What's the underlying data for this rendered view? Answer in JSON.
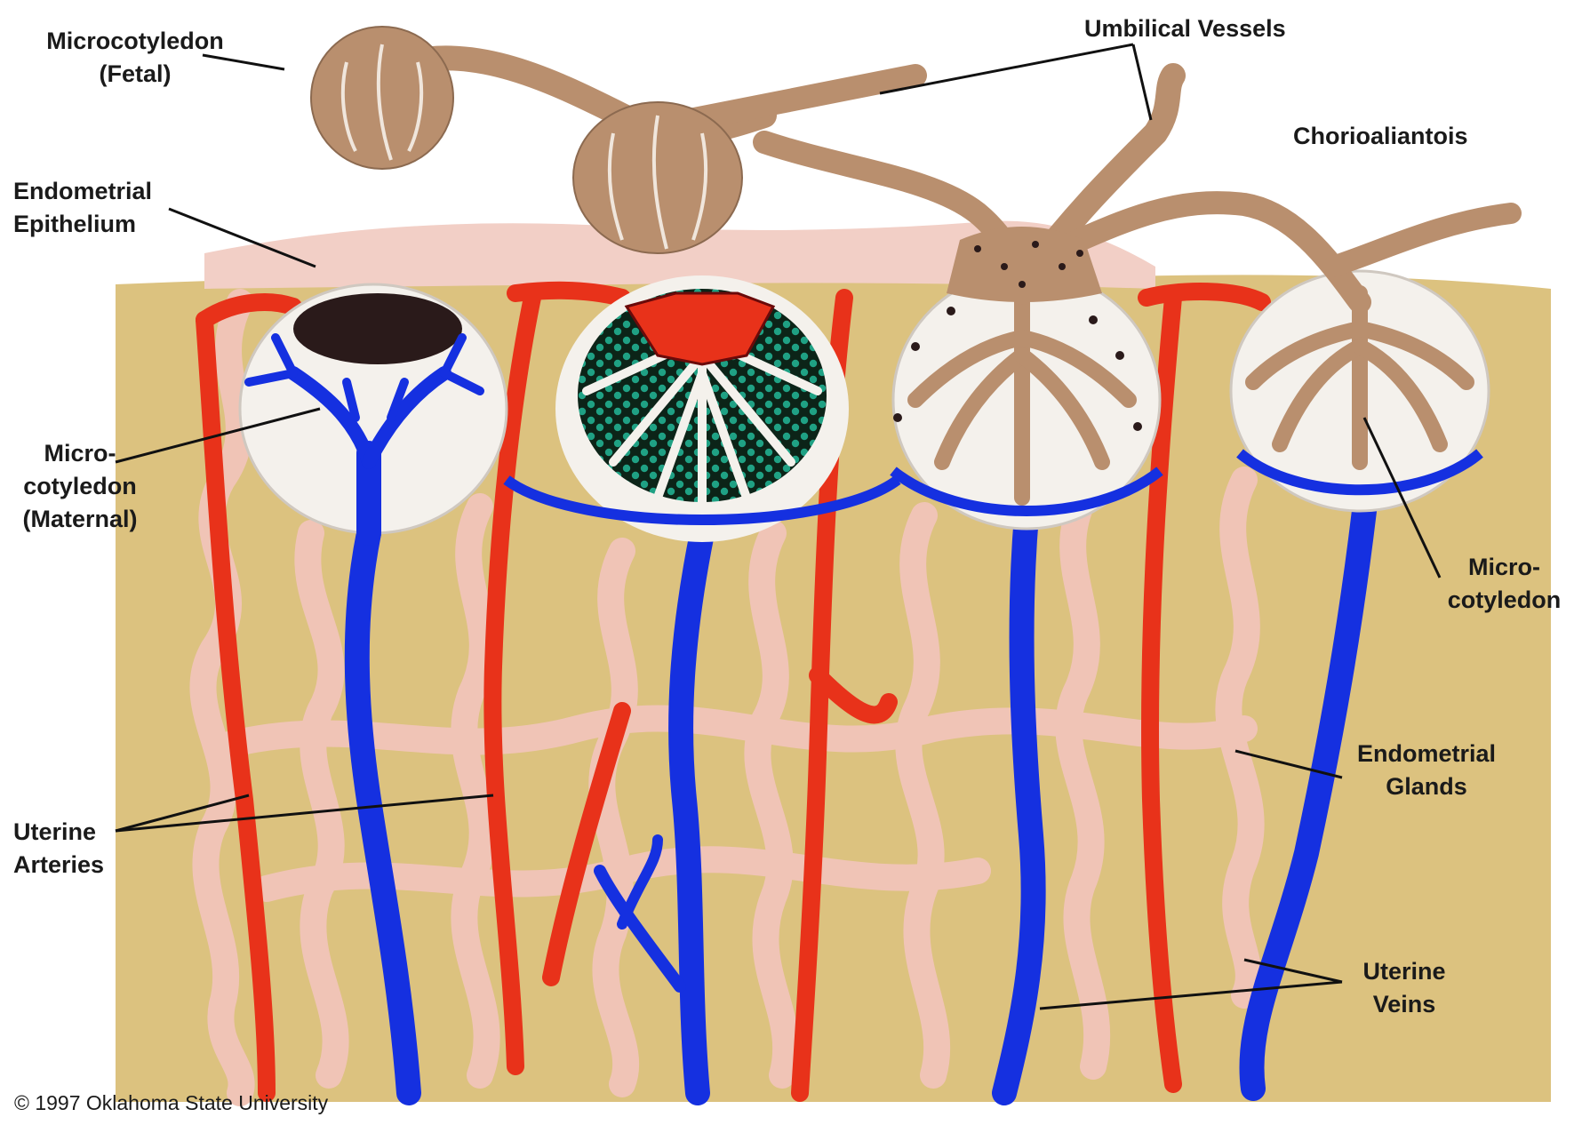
{
  "labels": {
    "microcotyledon_fetal": [
      "Microcotyledon",
      "(Fetal)"
    ],
    "umbilical_vessels": "Umbilical Vessels",
    "chorioallantois": "Chorioaliantois",
    "endometrial_epithelium": [
      "Endometrial",
      "Epithelium"
    ],
    "microcotyledon_maternal": [
      "Micro-",
      "cotyledon",
      "(Maternal)"
    ],
    "microcotyledon_right": [
      "Micro-",
      "cotyledon"
    ],
    "endometrial_glands": [
      "Endometrial",
      "Glands"
    ],
    "uterine_arteries": [
      "Uterine",
      "Arteries"
    ],
    "uterine_veins": [
      "Uterine",
      "Veins"
    ]
  },
  "copyright": "© 1997 Oklahoma State University",
  "colors": {
    "tissue": "#dcc27f",
    "epithelium": "#f2cfc6",
    "glands": "#f0c4b6",
    "artery": "#e8321a",
    "vein": "#1530e0",
    "fetal": "#b98f6e",
    "cotyledon": "#f4f1ec",
    "cells": "#1fa184",
    "cap": "#2a1a1a"
  }
}
